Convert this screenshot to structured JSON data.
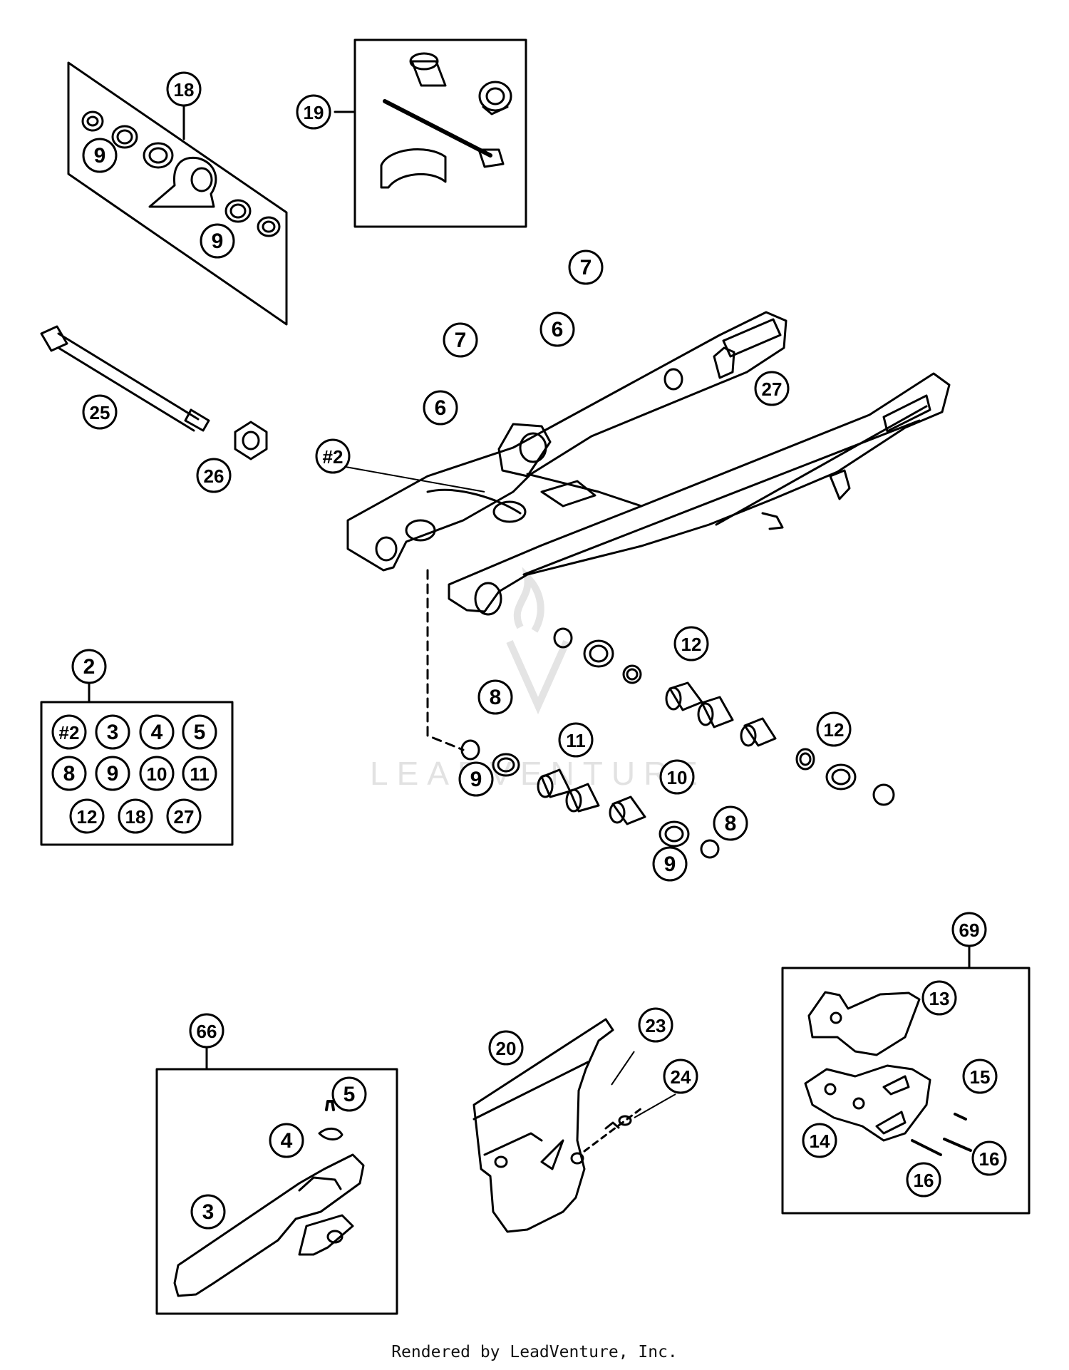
{
  "footer": "Rendered by LeadVenture, Inc.",
  "watermark": "LEADVENTURE",
  "kit_box_2_labels": [
    "#2",
    "3",
    "4",
    "5",
    "8",
    "9",
    "10",
    "11",
    "12",
    "18",
    "27"
  ],
  "callouts": {
    "c18": "18",
    "c9a": "9",
    "c9b": "9",
    "c19": "19",
    "c7a": "7",
    "c6a": "6",
    "c7b": "7",
    "c6b": "6",
    "c27": "27",
    "c25": "25",
    "c26": "26",
    "h2": "#2",
    "c2": "2",
    "c12a": "12",
    "c8a": "8",
    "c11": "11",
    "c9c": "9",
    "c10": "10",
    "c12b": "12",
    "c8b": "8",
    "c9d": "9",
    "c69": "69",
    "c13": "13",
    "c15": "15",
    "c14": "14",
    "c16a": "16",
    "c16b": "16",
    "c66": "66",
    "c5": "5",
    "c4": "4",
    "c3": "3",
    "c20": "20",
    "c23": "23",
    "c24": "24"
  },
  "colors": {
    "line": "#000000",
    "watermark": "#e2e2e2"
  }
}
